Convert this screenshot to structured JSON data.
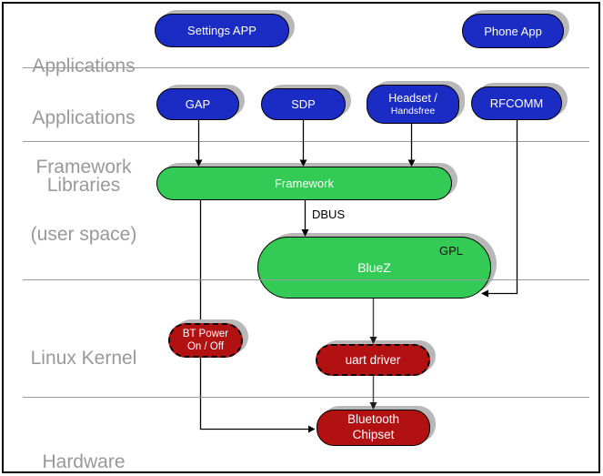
{
  "diagram": {
    "title_hint": "Bluetooth software stack layer diagram",
    "layers": [
      {
        "line1": "Applications"
      },
      {
        "line1": "Applications",
        "line2": "Framework"
      },
      {
        "line1": "Libraries",
        "line2": "(user space)"
      },
      {
        "line1": "Linux Kernel"
      },
      {
        "line1": "Hardware"
      }
    ],
    "nodes": {
      "settings_app": {
        "label": "Settings APP"
      },
      "phone_app": {
        "label": "Phone App"
      },
      "gap": {
        "label": "GAP"
      },
      "sdp": {
        "label": "SDP"
      },
      "headset": {
        "line1": "Headset /",
        "line2": "Handsfree"
      },
      "rfcomm": {
        "label": "RFCOMM"
      },
      "framework": {
        "label": "Framework"
      },
      "bluez": {
        "label": "BlueZ",
        "license": "GPL"
      },
      "bt_power": {
        "line1": "BT Power",
        "line2": "On / Off"
      },
      "uart_driver": {
        "label": "uart driver"
      },
      "bt_chipset": {
        "line1": "Bluetooth",
        "line2": "Chipset"
      }
    },
    "edge_labels": {
      "dbus": "DBUS"
    },
    "colors": {
      "app_blue": "#1b2cc4",
      "lib_green": "#33cb55",
      "kernel_red": "#b11111",
      "shadow_gray": "#b8b8b8",
      "layer_label_gray": "#999999",
      "divider_gray": "#9c9c9c"
    }
  }
}
